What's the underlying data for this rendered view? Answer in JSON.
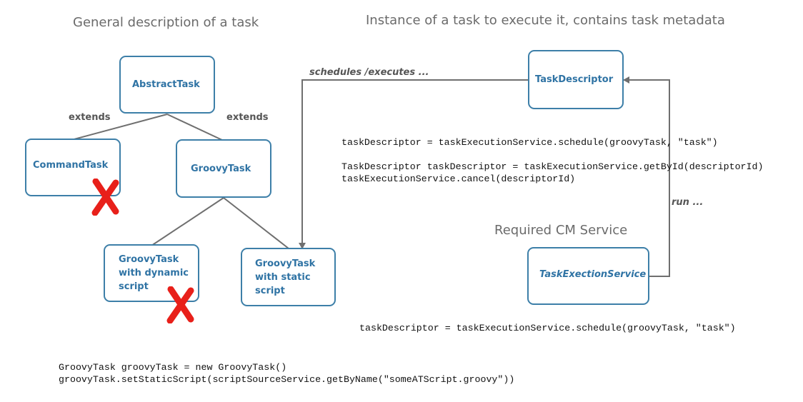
{
  "headings": {
    "general": "General description of a task",
    "instance": "Instance of a task to execute it, contains task metadata",
    "required": "Required CM Service"
  },
  "nodes": {
    "abstract_task": "AbstractTask",
    "command_task": "CommandTask",
    "groovy_task": "GroovyTask",
    "groovy_dynamic": [
      "GroovyTask",
      "with dynamic",
      "script"
    ],
    "groovy_static": [
      "GroovyTask",
      "with static",
      "script"
    ],
    "task_descriptor": "TaskDescriptor",
    "task_execution_service": "TaskExectionService"
  },
  "edge_labels": {
    "extends_left": "extends",
    "extends_right": "extends",
    "schedules": "schedules /executes  ...",
    "run": "run ..."
  },
  "code": {
    "descriptor_lines": [
      "taskDescriptor = taskExecutionService.schedule(groovyTask, \"task\")",
      "",
      "TaskDescriptor taskDescriptor = taskExecutionService.getById(descriptorId)",
      "taskExecutionService.cancel(descriptorId)"
    ],
    "service_line": "taskDescriptor = taskExecutionService.schedule(groovyTask, \"task\")",
    "groovy_lines": [
      "GroovyTask groovyTask = new GroovyTask()",
      "groovyTask.setStaticScript(scriptSourceService.getByName(\"someATScript.groovy\"))"
    ]
  },
  "colors": {
    "node_border": "#3d7fa8",
    "node_text": "#2f73a4",
    "line": "#6f6f6f",
    "cross": "#e8201a"
  },
  "icons": {
    "rejected_marker": "red-cross-icon"
  }
}
